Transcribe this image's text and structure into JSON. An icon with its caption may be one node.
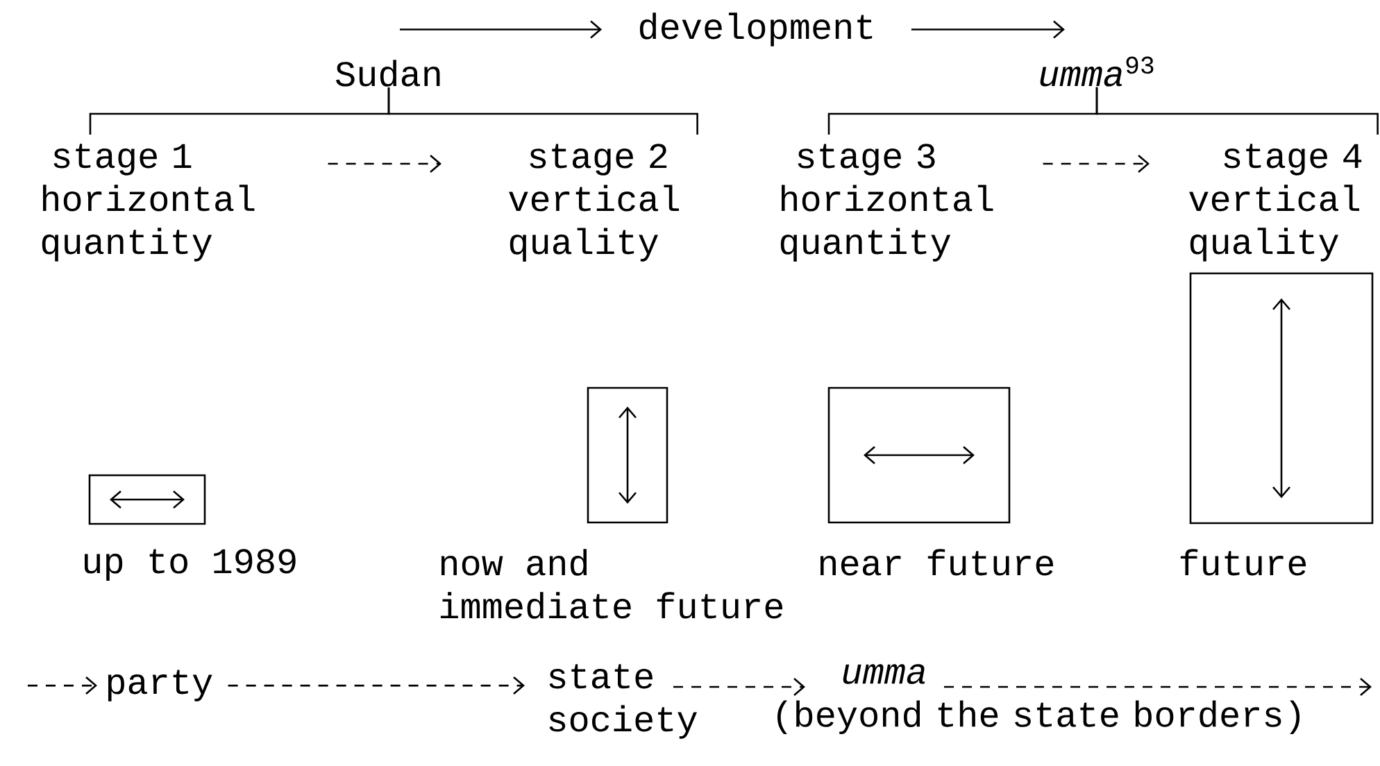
{
  "diagram": {
    "nodes": [
      {
        "text": [
          "development"
        ]
      },
      {
        "text": [
          "Sudan"
        ]
      },
      {
        "text": [
          "*umma*$^{93}$"
        ]
      },
      {
        "text": [
          "stage 1",
          "horizontal quantity"
        ]
      },
      {
        "text": [
          "stage 2",
          "vertical quality"
        ]
      },
      {
        "text": [
          "stage 3",
          "horizontal quantity"
        ]
      },
      {
        "text": [
          "stage 4",
          "vertical quality"
        ]
      },
      {
        "text": [],
        "shape": "box",
        "beside": [
          "up to 1989"
        ]
      },
      {
        "text": [],
        "shape": "box",
        "beside": [
          "now and immediate future"
        ]
      },
      {
        "text": [],
        "shape": "box",
        "beside": [
          "near future"
        ]
      },
      {
        "text": [],
        "shape": "box",
        "beside": [
          "future"
        ]
      },
      {
        "text": [
          "party"
        ]
      },
      {
        "text": [
          "state society"
        ]
      },
      {
        "text": [
          "umma",
          "(beyond the state borders)"
        ]
      }
    ],
    "edges": [
      {
        "from": 1,
        "to": 0,
        "arrow": "to"
      },
      {
        "from": 0,
        "to": 2,
        "arrow": "to"
      },
      {
        "from": 1,
        "to": 3,
        "arrow": "none"
      },
      {
        "from": 1,
        "to": 4,
        "arrow": "none"
      },
      {
        "from": 2,
        "to": 5,
        "arrow": "none"
      },
      {
        "from": 2,
        "to": 6,
        "arrow": "none"
      },
      {
        "from": 3,
        "to": 4,
        "arrow": "to",
        "style": "dashed"
      },
      {
        "from": 5,
        "to": 6,
        "arrow": "to",
        "style": "dashed"
      },
      {
        "from": null,
        "to": 11,
        "arrow": "to",
        "style": "dashed"
      },
      {
        "from": 11,
        "to": 12,
        "arrow": "to",
        "style": "dashed"
      },
      {
        "from": 12,
        "to": 13,
        "arrow": "to",
        "style": "dashed"
      },
      {
        "from": 13,
        "to": null,
        "arrow": "to",
        "style": "dashed"
      }
    ]
  }
}
